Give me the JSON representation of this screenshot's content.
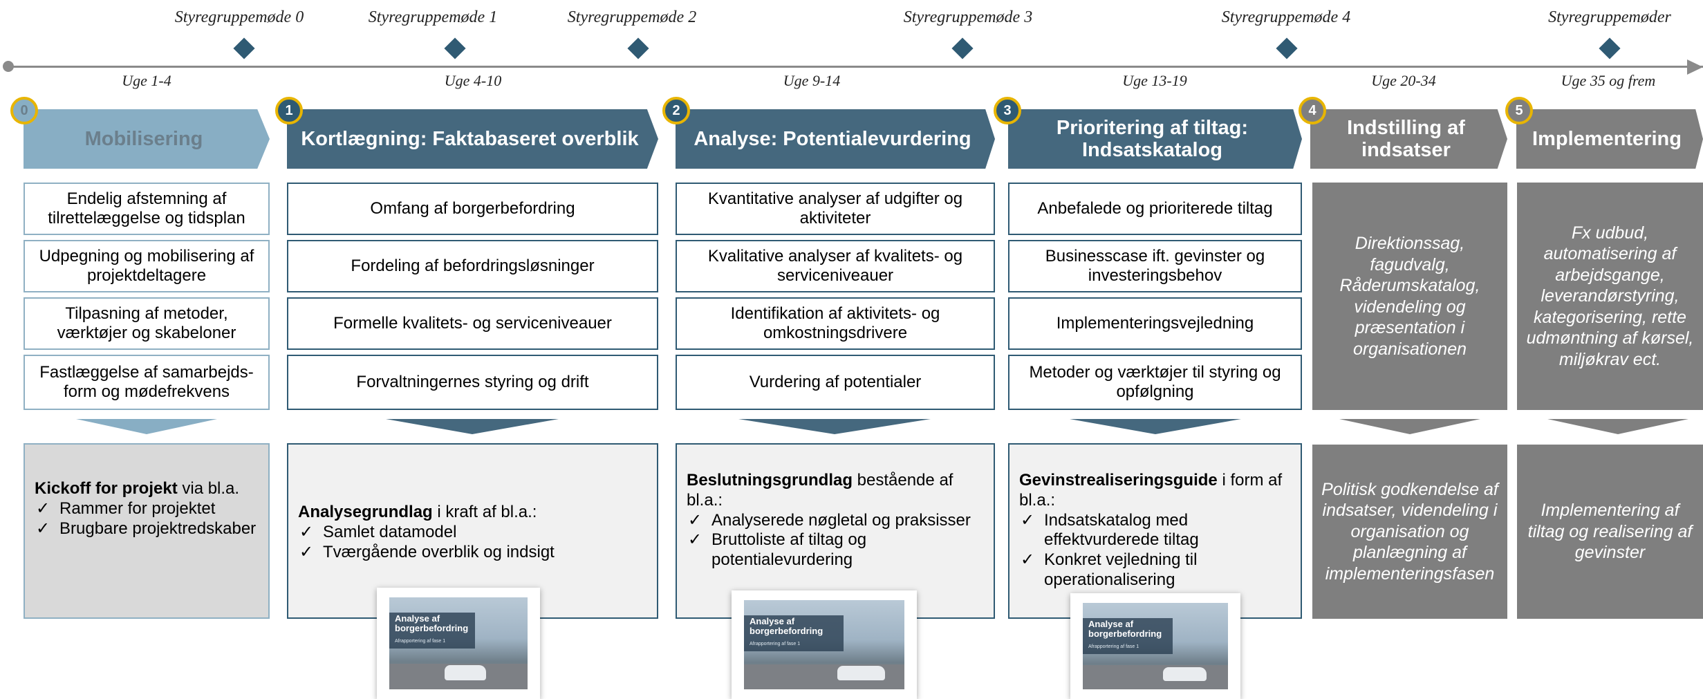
{
  "meetings": [
    "Styregruppemøde 0",
    "Styregruppemøde 1",
    "Styregruppemøde 2",
    "Styregruppemøde 3",
    "Styregruppemøde 4",
    "Styregruppemøder"
  ],
  "weeks": [
    "Uge 1-4",
    "Uge 4-10",
    "Uge 9-14",
    "Uge 13-19",
    "Uge 20-34",
    "Uge 35 og frem"
  ],
  "phases": [
    {
      "number": "0",
      "title": "Mobilisering"
    },
    {
      "number": "1",
      "title": "Kortlægning: Faktabaseret overblik"
    },
    {
      "number": "2",
      "title": "Analyse: Potentialevurdering"
    },
    {
      "number": "3",
      "title": "Prioritering af tiltag: Indsatskatalog"
    },
    {
      "number": "4",
      "title": "Indstilling af indsatser"
    },
    {
      "number": "5",
      "title": "Implementering"
    }
  ],
  "activities": {
    "phase0": [
      "Endelig afstemning af tilrettelæggelse og tidsplan",
      "Udpegning og mobilisering af projektdeltagere",
      "Tilpasning af metoder, værktøjer og skabeloner",
      "Fastlæggelse af samarbejds-form og mødefrekvens"
    ],
    "phase1": [
      "Omfang af borgerbefordring",
      "Fordeling af befordringsløsninger",
      "Formelle kvalitets- og serviceniveauer",
      "Forvaltningernes styring og drift"
    ],
    "phase2": [
      "Kvantitative analyser af udgifter og aktiviteter",
      "Kvalitative analyser af kvalitets- og serviceniveauer",
      "Identifikation af aktivitets- og omkostningsdrivere",
      "Vurdering af potentialer"
    ],
    "phase3": [
      "Anbefalede og prioriterede tiltag",
      "Businesscase ift. gevinster og investeringsbehov",
      "Implementeringsvejledning",
      "Metoder og værktøjer til styring og opfølgning"
    ],
    "phase4": "Direktionssag, fagudvalg, Råderumskatalog, videndeling og præsentation i organisationen",
    "phase5": "Fx udbud, automatisering af arbejdsgange, leverandørstyring, kategorisering, rette udmøntning af kørsel, miljøkrav ect."
  },
  "results": {
    "phase0": {
      "bold": "Kickoff for projekt",
      "rest": " via bl.a.",
      "bullets": [
        "Rammer for projektet",
        "Brugbare projektredskaber"
      ]
    },
    "phase1": {
      "bold": "Analysegrundlag",
      "rest": " i kraft af bl.a.:",
      "bullets": [
        "Samlet datamodel",
        "Tværgående overblik og indsigt"
      ]
    },
    "phase2": {
      "bold": "Beslutningsgrundlag",
      "rest": " bestående af bl.a.:",
      "bullets": [
        "Analyserede nøgletal og praksisser",
        "Bruttoliste af tiltag og potentialevurdering"
      ]
    },
    "phase3": {
      "bold": "Gevinstrealiseringsguide",
      "rest": " i form af bl.a.:",
      "bullets": [
        "Indsatskatalog med effektvurderede tiltag",
        "Konkret vejledning til operationalisering"
      ]
    },
    "phase4": "Politisk godkendelse af indsatser, videndeling i organisation og planlægning af implementeringsfasen",
    "phase5": "Implementering af tiltag og realisering af gevinster"
  },
  "check_symbol": "✓",
  "report_thumbnail": {
    "title": "Analyse af borgerbefordring",
    "subtitle": "Afrapportering af fase 1"
  },
  "colors": {
    "dark_teal": "#45687e",
    "light_blue": "#88aec4",
    "grey": "#7f7f7f",
    "badge_border": "#e8b500"
  }
}
